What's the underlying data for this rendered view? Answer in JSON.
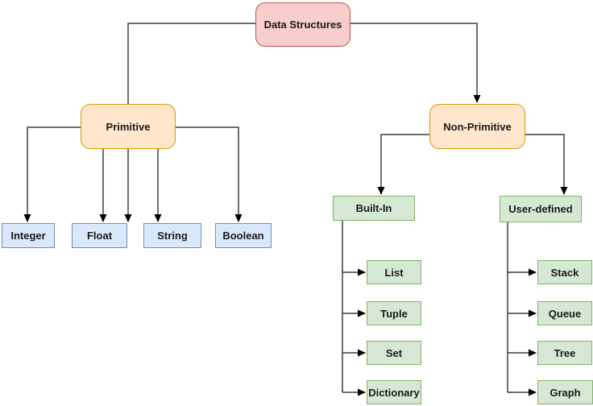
{
  "diagram": {
    "title": "Data Structures",
    "nodes": {
      "root": {
        "label": "Data Structures"
      },
      "primitive": {
        "label": "Primitive"
      },
      "non_primitive": {
        "label": "Non-Primitive"
      },
      "integer": {
        "label": "Integer"
      },
      "float": {
        "label": "Float"
      },
      "string": {
        "label": "String"
      },
      "boolean": {
        "label": "Boolean"
      },
      "built_in": {
        "label": "Built-In"
      },
      "user_defined": {
        "label": "User-defined"
      },
      "list": {
        "label": "List"
      },
      "tuple": {
        "label": "Tuple"
      },
      "set": {
        "label": "Set"
      },
      "dictionary": {
        "label": "Dictionary"
      },
      "stack": {
        "label": "Stack"
      },
      "queue": {
        "label": "Queue"
      },
      "tree": {
        "label": "Tree"
      },
      "graph": {
        "label": "Graph"
      }
    },
    "hierarchy": {
      "Data Structures": {
        "Primitive": [
          "Integer",
          "Float",
          "String",
          "Boolean"
        ],
        "Non-Primitive": {
          "Built-In": [
            "List",
            "Tuple",
            "Set",
            "Dictionary"
          ],
          "User-defined": [
            "Stack",
            "Queue",
            "Tree",
            "Graph"
          ]
        }
      }
    },
    "colors": {
      "root_fill": "#f8cecc",
      "root_border": "#b85450",
      "category_fill": "#ffe6cc",
      "category_border": "#d79b00",
      "primitive_child_fill": "#dae8fc",
      "primitive_child_border": "#6c8ebf",
      "non_primitive_child_fill": "#d5e8d4",
      "non_primitive_child_border": "#82b366",
      "connector": "#3d3d3d",
      "arrowhead": "#000000"
    }
  }
}
